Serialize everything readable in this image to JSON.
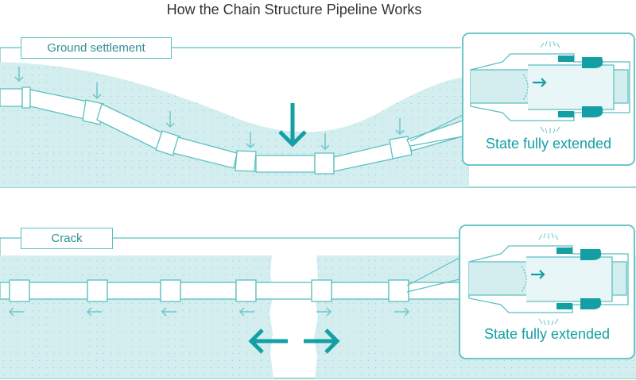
{
  "title": "How the Chain Structure Pipeline Works",
  "panels": [
    {
      "label": "Ground settlement",
      "callout": "State fully extended"
    },
    {
      "label": "Crack",
      "callout": "State fully extended"
    }
  ],
  "colors": {
    "teal": "#139fa3",
    "ground_fill": "#d4eef0",
    "outline": "#5bc0c0",
    "arrow_light": "#6fc6c8",
    "pipe_fill": "#ffffff",
    "text_title": "#333333"
  }
}
